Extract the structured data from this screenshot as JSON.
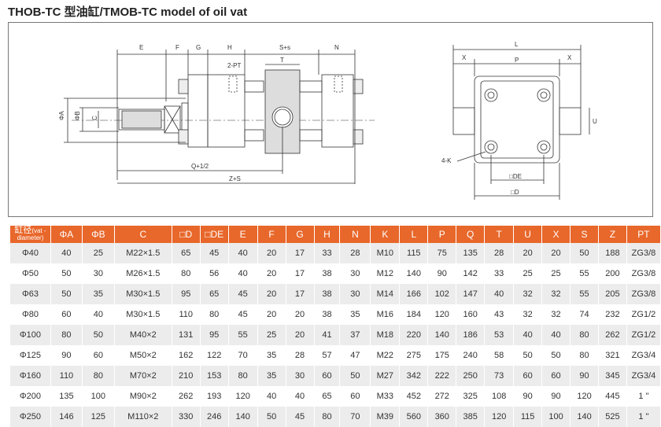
{
  "title": "THOB-TC 型油缸/TMOB-TC model of oil vat",
  "drawing": {
    "side_labels": [
      "E",
      "F",
      "G",
      "H",
      "S+s",
      "N",
      "T",
      "2-PT",
      "ΦA",
      "ΦB",
      "C",
      "Q+1/2",
      "Z+S"
    ],
    "end_labels": [
      "L",
      "X",
      "P",
      "X",
      "U",
      "4-K",
      "□DE",
      "□D"
    ]
  },
  "table": {
    "header_first_main": "缸径",
    "header_first_sub": "(vat -diameter)",
    "headers": [
      "ΦA",
      "ΦB",
      "C",
      "□D",
      "□DE",
      "E",
      "F",
      "G",
      "H",
      "N",
      "K",
      "L",
      "P",
      "Q",
      "T",
      "U",
      "X",
      "S",
      "Z",
      "PT"
    ],
    "rows": [
      [
        "Φ40",
        "40",
        "25",
        "M22×1.5",
        "65",
        "45",
        "40",
        "20",
        "17",
        "33",
        "28",
        "M10",
        "115",
        "75",
        "135",
        "28",
        "20",
        "20",
        "50",
        "188",
        "ZG3/8"
      ],
      [
        "Φ50",
        "50",
        "30",
        "M26×1.5",
        "80",
        "56",
        "40",
        "20",
        "17",
        "38",
        "30",
        "M12",
        "140",
        "90",
        "142",
        "33",
        "25",
        "25",
        "55",
        "200",
        "ZG3/8"
      ],
      [
        "Φ63",
        "50",
        "35",
        "M30×1.5",
        "95",
        "65",
        "45",
        "20",
        "17",
        "38",
        "30",
        "M14",
        "166",
        "102",
        "147",
        "40",
        "32",
        "32",
        "55",
        "205",
        "ZG3/8"
      ],
      [
        "Φ80",
        "60",
        "40",
        "M30×1.5",
        "110",
        "80",
        "45",
        "20",
        "20",
        "38",
        "35",
        "M16",
        "184",
        "120",
        "160",
        "43",
        "32",
        "32",
        "74",
        "232",
        "ZG1/2"
      ],
      [
        "Φ100",
        "80",
        "50",
        "M40×2",
        "131",
        "95",
        "55",
        "25",
        "20",
        "41",
        "37",
        "M18",
        "220",
        "140",
        "186",
        "53",
        "40",
        "40",
        "80",
        "262",
        "ZG1/2"
      ],
      [
        "Φ125",
        "90",
        "60",
        "M50×2",
        "162",
        "122",
        "70",
        "35",
        "28",
        "57",
        "47",
        "M22",
        "275",
        "175",
        "240",
        "58",
        "50",
        "50",
        "80",
        "321",
        "ZG3/4"
      ],
      [
        "Φ160",
        "110",
        "80",
        "M70×2",
        "210",
        "153",
        "80",
        "35",
        "30",
        "60",
        "50",
        "M27",
        "342",
        "222",
        "250",
        "73",
        "60",
        "60",
        "90",
        "345",
        "ZG3/4"
      ],
      [
        "Φ200",
        "135",
        "100",
        "M90×2",
        "262",
        "193",
        "120",
        "40",
        "40",
        "65",
        "60",
        "M33",
        "452",
        "272",
        "325",
        "108",
        "90",
        "90",
        "120",
        "445",
        "1 \""
      ],
      [
        "Φ250",
        "146",
        "125",
        "M110×2",
        "330",
        "246",
        "140",
        "50",
        "45",
        "80",
        "70",
        "M39",
        "560",
        "360",
        "385",
        "120",
        "115",
        "100",
        "140",
        "525",
        "1 \""
      ]
    ]
  }
}
